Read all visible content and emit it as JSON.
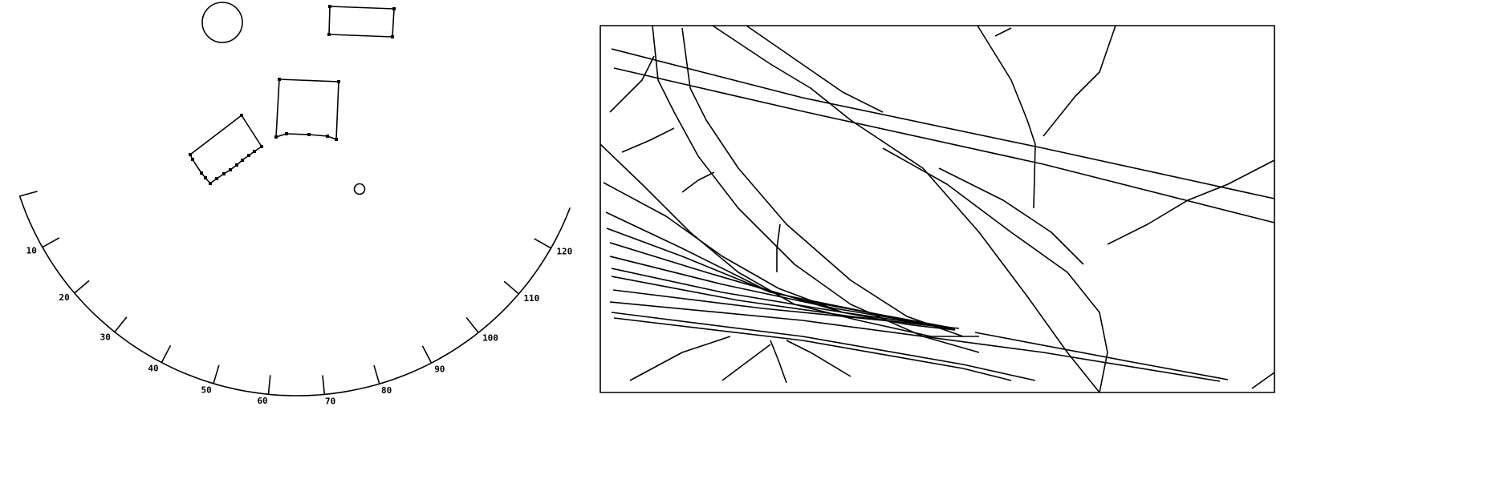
{
  "left_panel": {
    "scale_labels": [
      "10",
      "20",
      "30",
      "40",
      "50",
      "60",
      "70",
      "80",
      "90",
      "100",
      "110",
      "120"
    ],
    "line_color": "#000000"
  },
  "right_panel": {
    "line_color": "#000000"
  }
}
